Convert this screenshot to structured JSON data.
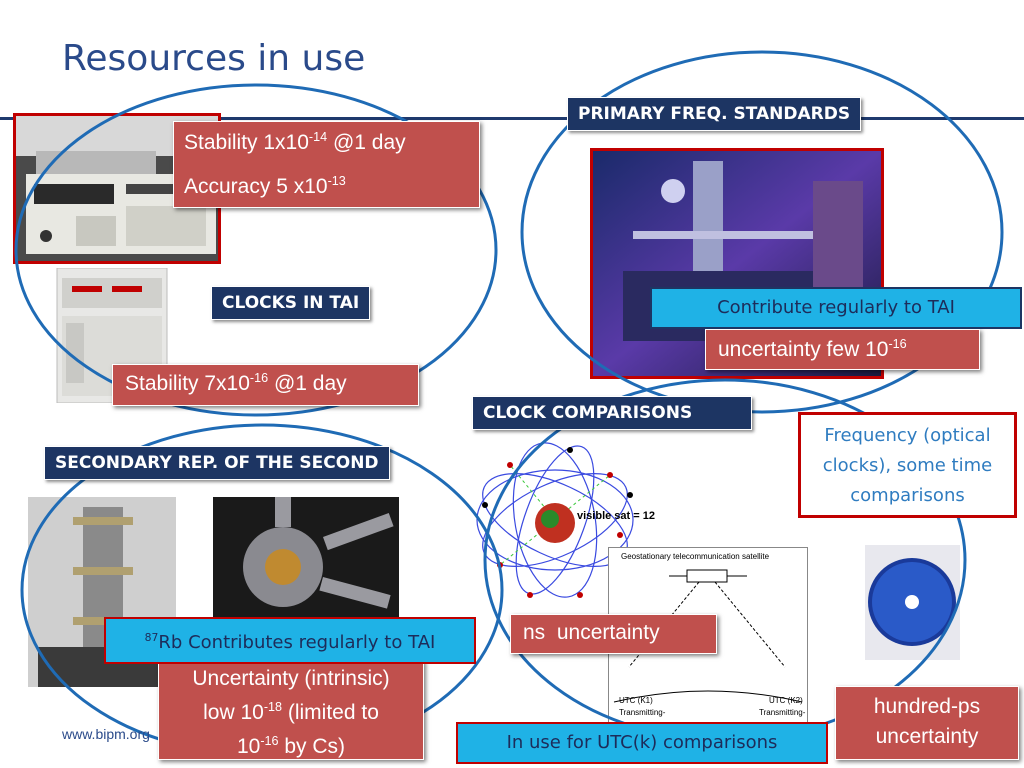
{
  "title": "Resources in use",
  "footer_url": "www.bipm.org",
  "clocks": {
    "stability_prefix": "Stability 1x10",
    "stability_exp": "-14",
    "stability_suffix": " @1 day",
    "accuracy_prefix": "Accuracy 5 x10",
    "accuracy_exp": "-13",
    "label": "CLOCKS IN TAI",
    "maser_prefix": "Stability 7x10",
    "maser_exp": "-16",
    "maser_suffix": " @1 day"
  },
  "pfs": {
    "label": "PRIMARY FREQ. STANDARDS",
    "contribute": "Contribute regularly to TAI",
    "uncertainty_prefix": "uncertainty few 10",
    "uncertainty_exp": "-16"
  },
  "comparisons": {
    "label": "CLOCK COMPARISONS",
    "visible_sat": "visible sat = 12",
    "geo_caption": "Geostationary telecommunication satellite",
    "utc_k1": "UTC (K1)",
    "utc_k2": "UTC (K2)",
    "transmitting": "Transmitting-",
    "ns_uncertainty": "ns  uncertainty",
    "utck_box": "In use for UTC(k) comparisons"
  },
  "optical": {
    "frequency_text": "Frequency (optical clocks), some time comparisons",
    "hundred_ps": "hundred-ps uncertainty"
  },
  "secondary": {
    "label": "SECONDARY REP. OF THE SECOND",
    "rb_sup": "87",
    "rb_text": "Rb Contributes regularly to TAI",
    "uncert_line1": "Uncertainty (intrinsic)",
    "uncert_line2_prefix": "low 10",
    "uncert_line2_exp": "-18",
    "uncert_line2_suffix": " (limited to",
    "uncert_line3_prefix": "10",
    "uncert_line3_exp": "-16",
    "uncert_line3_suffix": " by  Cs)"
  },
  "colors": {
    "title": "#2a4a8a",
    "navy_label": "#1d3563",
    "red_box": "#c0504d",
    "cyan_box": "#1fb2e6",
    "oval_stroke": "#1f6bb5"
  }
}
